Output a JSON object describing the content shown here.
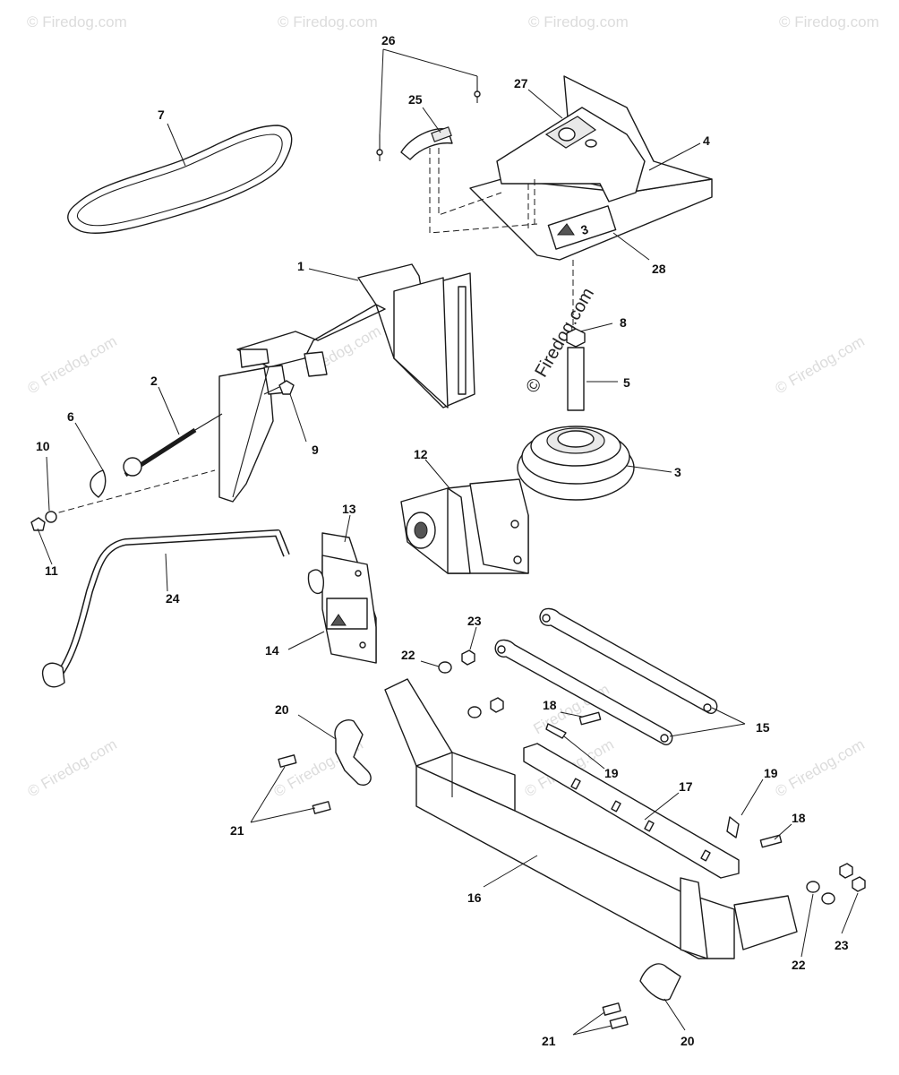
{
  "watermark": {
    "small_text": "© Firedog.com",
    "plain_text": "Firedog.com",
    "large_text": "© Firedog.com"
  },
  "callouts": {
    "p1": "1",
    "p2": "2",
    "p3": "3",
    "p4": "4",
    "p5": "5",
    "p6": "6",
    "p7": "7",
    "p8": "8",
    "p9": "9",
    "p10": "10",
    "p11": "11",
    "p12": "12",
    "p13": "13",
    "p14": "14",
    "p15": "15",
    "p16": "16",
    "p17": "17",
    "p18a": "18",
    "p18b": "18",
    "p19a": "19",
    "p19b": "19",
    "p20a": "20",
    "p20b": "20",
    "p21a": "21",
    "p21b": "21",
    "p22a": "22",
    "p22b": "22",
    "p23a": "23",
    "p23b": "23",
    "p24": "24",
    "p25": "25",
    "p26": "26",
    "p27": "27",
    "p28": "28"
  },
  "decal_text": "3"
}
